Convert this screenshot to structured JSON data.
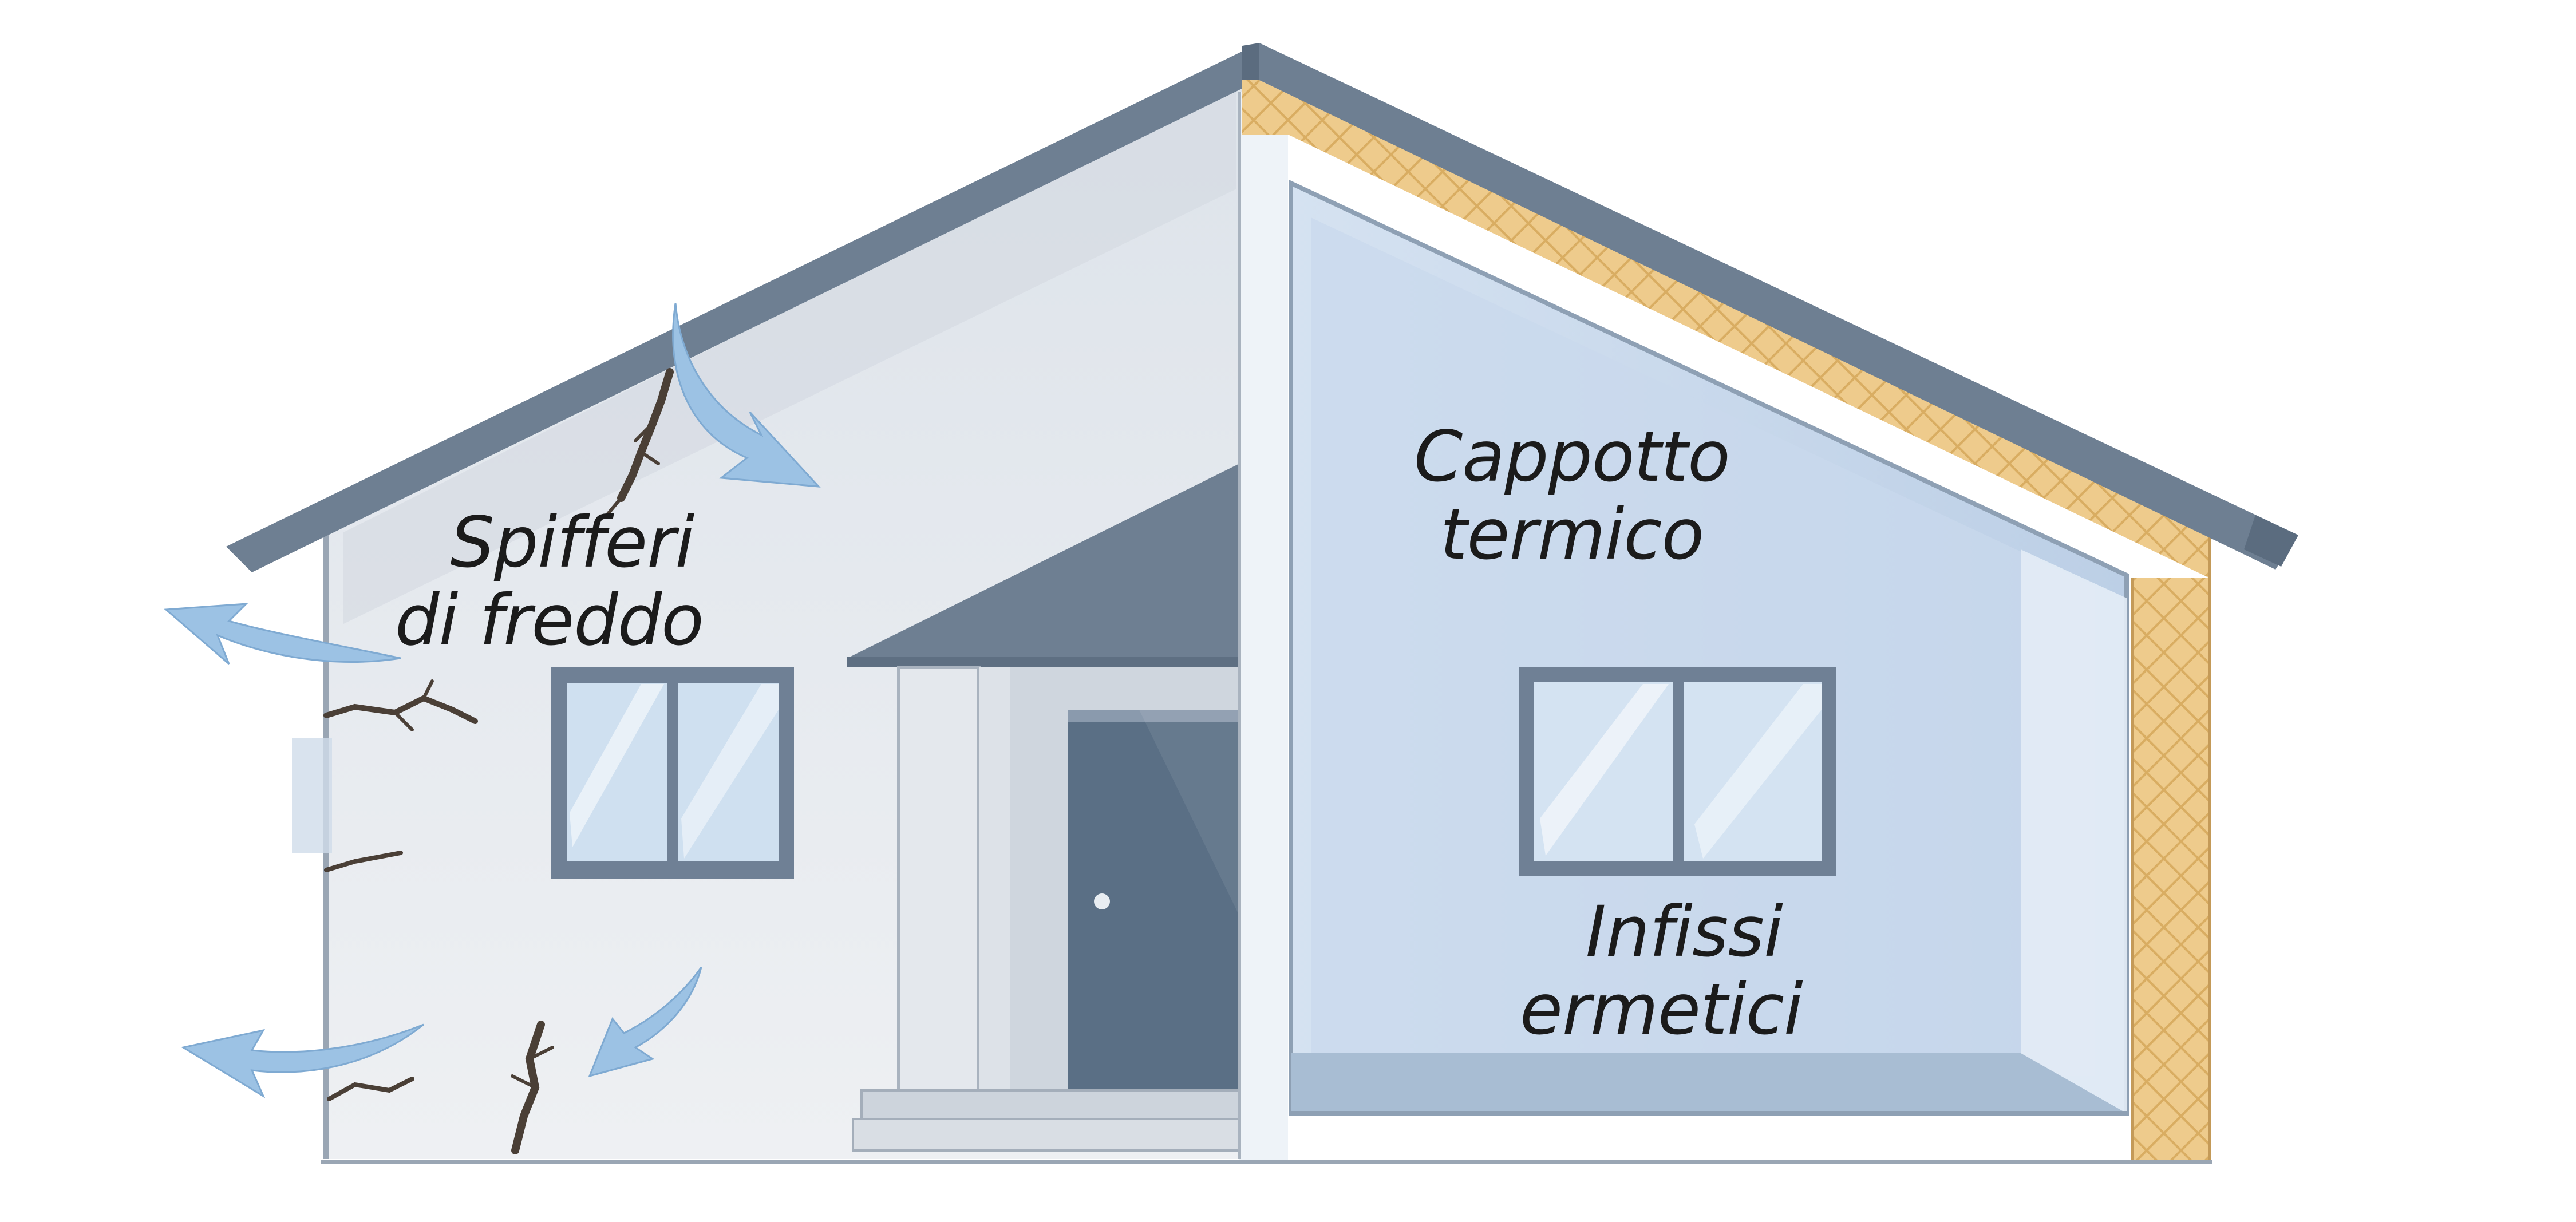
{
  "labels": {
    "left": {
      "line1": "Spifferi",
      "line2": "di freddo"
    },
    "right_top": {
      "line1": "Cappotto",
      "line2": "termico"
    },
    "right_bottom": {
      "line1": "Infissi",
      "line2": "ermetici"
    }
  },
  "colors": {
    "roof": "#6e7f92",
    "wall_left": "#e6e9ee",
    "interior_right": "#c6d6ea",
    "insulation": "#eecb8c",
    "door": "#5a6f85",
    "draft_arrow": "#9cc2e4",
    "crack": "#4a3f36",
    "label_text": "#1b1b1b"
  }
}
